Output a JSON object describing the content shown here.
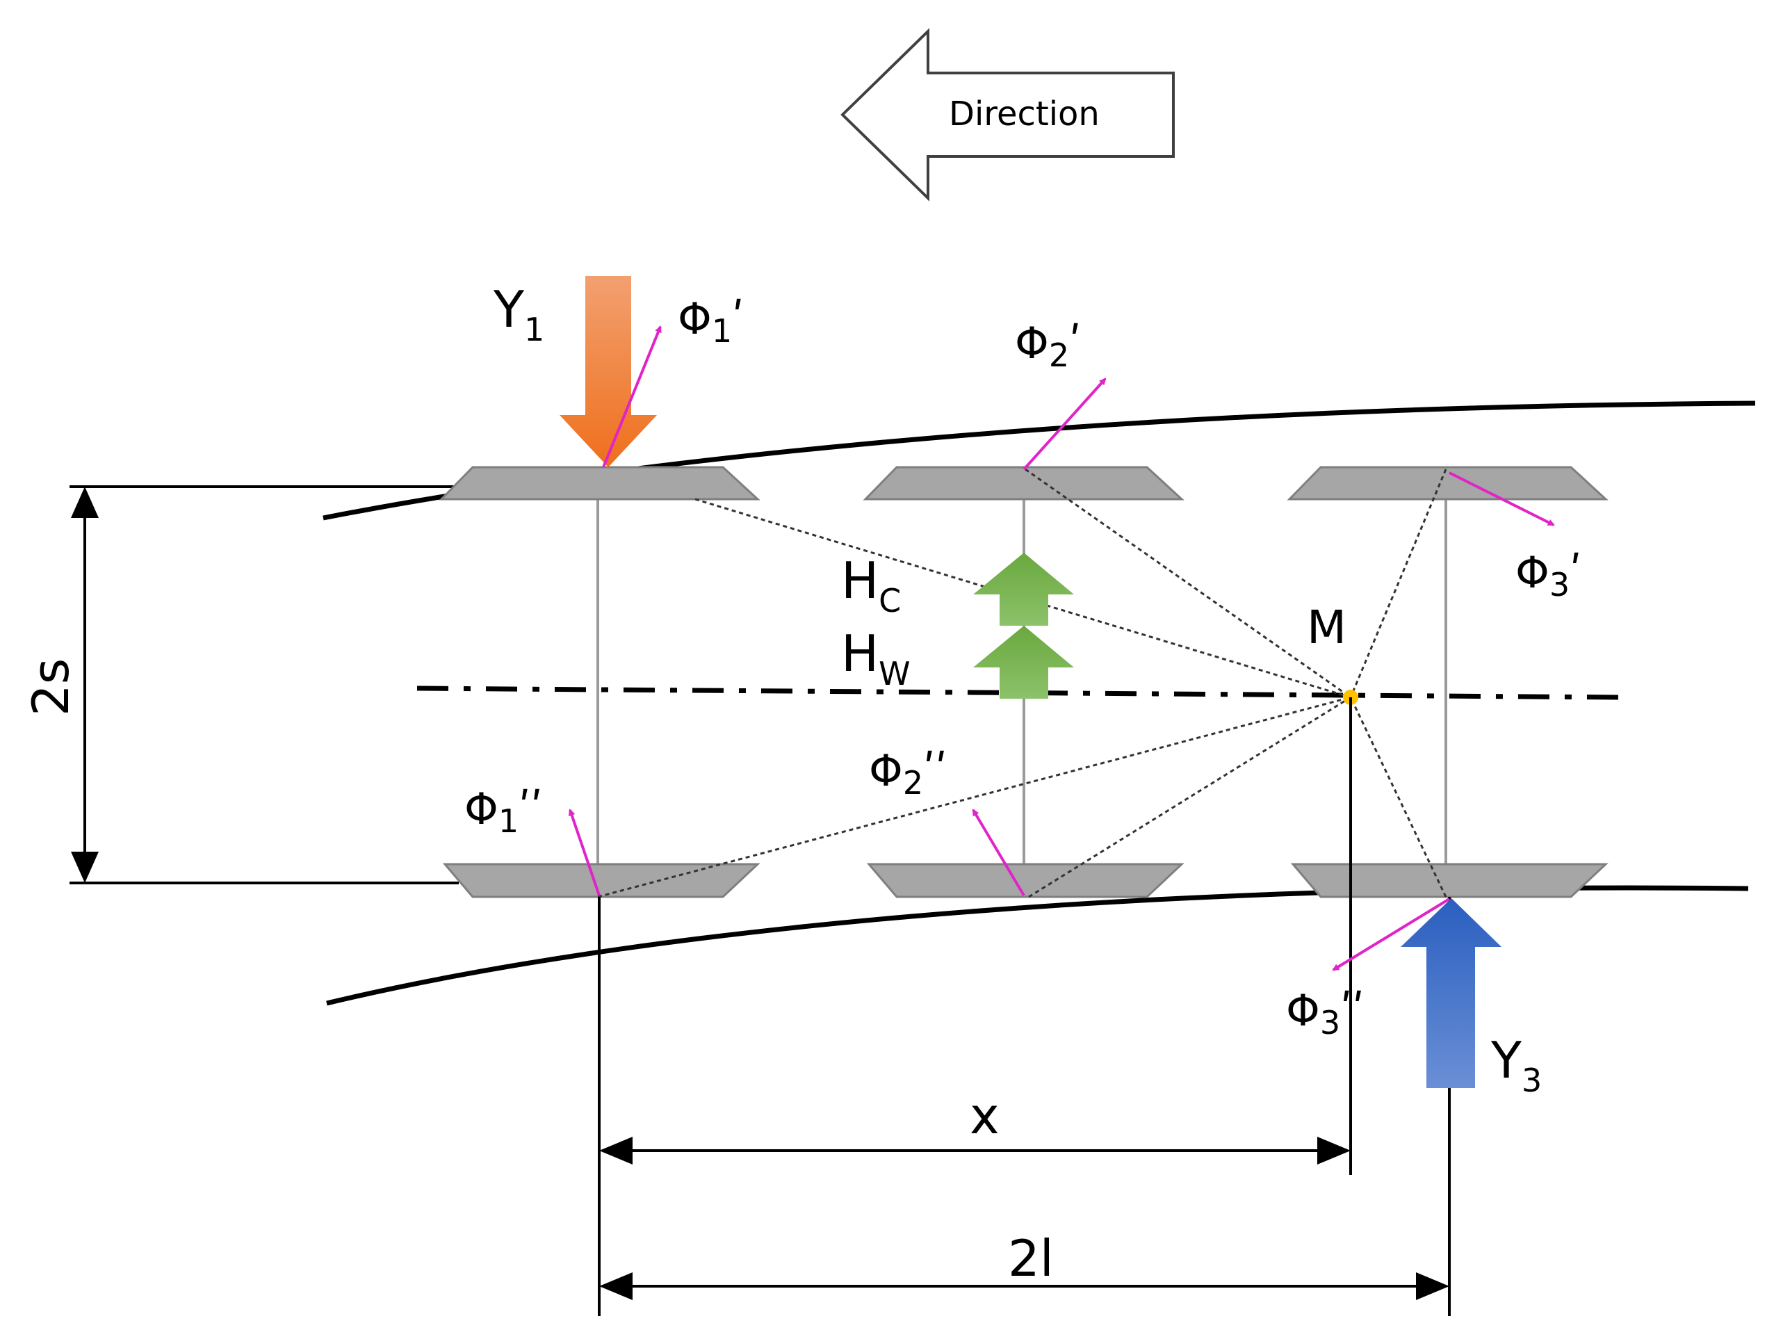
{
  "direction": {
    "label": "Direction"
  },
  "labels": {
    "y1": {
      "base": "Y",
      "sub": "1"
    },
    "y3": {
      "base": "Y",
      "sub": "3"
    },
    "hc": {
      "base": "H",
      "sub": "C"
    },
    "hw": {
      "base": "H",
      "sub": "W"
    },
    "m": "M",
    "phi1_p": {
      "base": "Φ",
      "sub": "1",
      "prime": "ʹ"
    },
    "phi1_pp": {
      "base": "Φ",
      "sub": "1",
      "prime": "ʹʹ"
    },
    "phi2_p": {
      "base": "Φ",
      "sub": "2",
      "prime": "ʹ"
    },
    "phi2_pp": {
      "base": "Φ",
      "sub": "2",
      "prime": "ʹʹ"
    },
    "phi3_p": {
      "base": "Φ",
      "sub": "3",
      "prime": "ʹ"
    },
    "phi3_pp": {
      "base": "Φ",
      "sub": "3",
      "prime": "ʹʹ"
    }
  },
  "dimensions": {
    "two_s": "2s",
    "x": "x",
    "two_l": "2l"
  },
  "colors": {
    "y1_arrow": "#f07a2a",
    "y3_arrow": "#3a6fc4",
    "h_arrows": "#70ad47",
    "phi_vectors": "#e024c8",
    "wheels": "#a6a6a6",
    "point_m": "#ffc000"
  }
}
